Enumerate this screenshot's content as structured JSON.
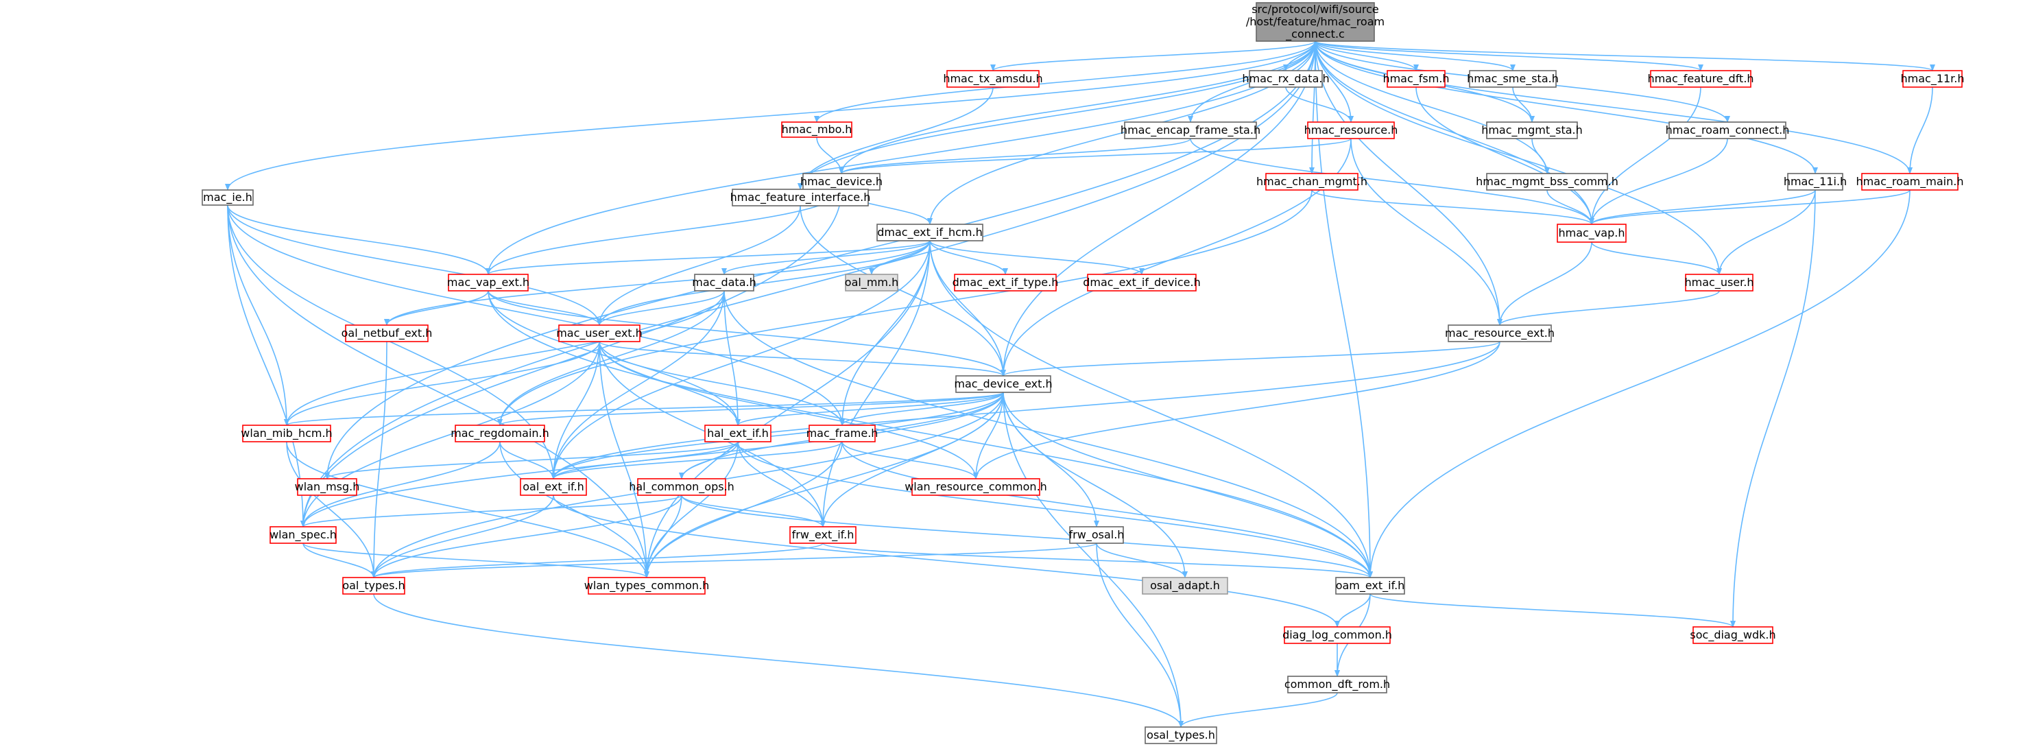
{
  "colors": {
    "edge": "#63b8ff",
    "text": "#000000",
    "root_fill": "#999999",
    "root_border": "#666666",
    "normal_fill": "#ffffff",
    "normal_border": "#666666",
    "red_fill": "#ffffff",
    "red_border": "#ff0000",
    "grey_fill": "#e0e0e0",
    "grey_border": "#999999"
  },
  "nodes": [
    {
      "id": "root",
      "lines": [
        "src/protocol/wifi/source",
        "/host/feature/hmac_roam",
        "_connect.c"
      ],
      "style": "root"
    },
    {
      "id": "mac_ie",
      "lines": [
        "mac_ie.h"
      ],
      "style": "normal"
    },
    {
      "id": "hmac_mbo",
      "lines": [
        "hmac_mbo.h"
      ],
      "style": "red"
    },
    {
      "id": "hmac_device",
      "lines": [
        "hmac_device.h"
      ],
      "style": "normal"
    },
    {
      "id": "hmac_tx_amsdu",
      "lines": [
        "hmac_tx_amsdu.h"
      ],
      "style": "red"
    },
    {
      "id": "hmac_encap",
      "lines": [
        "hmac_encap_frame_sta.h"
      ],
      "style": "normal"
    },
    {
      "id": "hmac_rx_data",
      "lines": [
        "hmac_rx_data.h"
      ],
      "style": "normal"
    },
    {
      "id": "hmac_resource",
      "lines": [
        "hmac_resource.h"
      ],
      "style": "red"
    },
    {
      "id": "hmac_chan_mgmt",
      "lines": [
        "hmac_chan_mgmt.h"
      ],
      "style": "red"
    },
    {
      "id": "hmac_fsm",
      "lines": [
        "hmac_fsm.h"
      ],
      "style": "red"
    },
    {
      "id": "hmac_sme_sta",
      "lines": [
        "hmac_sme_sta.h"
      ],
      "style": "normal"
    },
    {
      "id": "hmac_mgmt_sta",
      "lines": [
        "hmac_mgmt_sta.h"
      ],
      "style": "normal"
    },
    {
      "id": "hmac_mgmt_bss_comm",
      "lines": [
        "hmac_mgmt_bss_comm.h"
      ],
      "style": "normal"
    },
    {
      "id": "hmac_feature_dft",
      "lines": [
        "hmac_feature_dft.h"
      ],
      "style": "red"
    },
    {
      "id": "hmac_roam_connect",
      "lines": [
        "hmac_roam_connect.h"
      ],
      "style": "normal"
    },
    {
      "id": "hmac_11r",
      "lines": [
        "hmac_11r.h"
      ],
      "style": "red"
    },
    {
      "id": "hmac_11i",
      "lines": [
        "hmac_11i.h"
      ],
      "style": "normal"
    },
    {
      "id": "hmac_roam_main",
      "lines": [
        "hmac_roam_main.h"
      ],
      "style": "red"
    },
    {
      "id": "hmac_vap",
      "lines": [
        "hmac_vap.h"
      ],
      "style": "red"
    },
    {
      "id": "hmac_user",
      "lines": [
        "hmac_user.h"
      ],
      "style": "red"
    },
    {
      "id": "hmac_feature_interface",
      "lines": [
        "hmac_feature_interface.h"
      ],
      "style": "normal"
    },
    {
      "id": "dmac_ext_if_hcm",
      "lines": [
        "dmac_ext_if_hcm.h"
      ],
      "style": "normal"
    },
    {
      "id": "mac_vap_ext",
      "lines": [
        "mac_vap_ext.h"
      ],
      "style": "red"
    },
    {
      "id": "mac_data",
      "lines": [
        "mac_data.h"
      ],
      "style": "normal"
    },
    {
      "id": "oal_mm",
      "lines": [
        "oal_mm.h"
      ],
      "style": "grey"
    },
    {
      "id": "dmac_ext_if_type",
      "lines": [
        "dmac_ext_if_type.h"
      ],
      "style": "red"
    },
    {
      "id": "dmac_ext_if_device",
      "lines": [
        "dmac_ext_if_device.h"
      ],
      "style": "red"
    },
    {
      "id": "oal_netbuf_ext",
      "lines": [
        "oal_netbuf_ext.h"
      ],
      "style": "red"
    },
    {
      "id": "mac_user_ext",
      "lines": [
        "mac_user_ext.h"
      ],
      "style": "red"
    },
    {
      "id": "mac_resource_ext",
      "lines": [
        "mac_resource_ext.h"
      ],
      "style": "normal"
    },
    {
      "id": "mac_device_ext",
      "lines": [
        "mac_device_ext.h"
      ],
      "style": "normal"
    },
    {
      "id": "wlan_mib_hcm",
      "lines": [
        "wlan_mib_hcm.h"
      ],
      "style": "red"
    },
    {
      "id": "mac_regdomain",
      "lines": [
        "mac_regdomain.h"
      ],
      "style": "red"
    },
    {
      "id": "hal_ext_if",
      "lines": [
        "hal_ext_if.h"
      ],
      "style": "red"
    },
    {
      "id": "mac_frame",
      "lines": [
        "mac_frame.h"
      ],
      "style": "red"
    },
    {
      "id": "wlan_msg",
      "lines": [
        "wlan_msg.h"
      ],
      "style": "red"
    },
    {
      "id": "oal_ext_if",
      "lines": [
        "oal_ext_if.h"
      ],
      "style": "red"
    },
    {
      "id": "hal_common_ops",
      "lines": [
        "hal_common_ops.h"
      ],
      "style": "red"
    },
    {
      "id": "wlan_resource_common",
      "lines": [
        "wlan_resource_common.h"
      ],
      "style": "red"
    },
    {
      "id": "wlan_spec",
      "lines": [
        "wlan_spec.h"
      ],
      "style": "red"
    },
    {
      "id": "frw_ext_if",
      "lines": [
        "frw_ext_if.h"
      ],
      "style": "red"
    },
    {
      "id": "frw_osal",
      "lines": [
        "frw_osal.h"
      ],
      "style": "normal"
    },
    {
      "id": "oal_types",
      "lines": [
        "oal_types.h"
      ],
      "style": "red"
    },
    {
      "id": "wlan_types_common",
      "lines": [
        "wlan_types_common.h"
      ],
      "style": "red"
    },
    {
      "id": "osal_adapt",
      "lines": [
        "osal_adapt.h"
      ],
      "style": "grey"
    },
    {
      "id": "oam_ext_if",
      "lines": [
        "oam_ext_if.h"
      ],
      "style": "normal"
    },
    {
      "id": "diag_log_common",
      "lines": [
        "diag_log_common.h"
      ],
      "style": "red"
    },
    {
      "id": "soc_diag_wdk",
      "lines": [
        "soc_diag_wdk.h"
      ],
      "style": "red"
    },
    {
      "id": "common_dft_rom",
      "lines": [
        "common_dft_rom.h"
      ],
      "style": "normal"
    },
    {
      "id": "osal_types",
      "lines": [
        "osal_types.h"
      ],
      "style": "normal"
    }
  ],
  "edges": [
    [
      "root",
      "mac_ie"
    ],
    [
      "root",
      "hmac_mbo"
    ],
    [
      "root",
      "hmac_device"
    ],
    [
      "root",
      "hmac_tx_amsdu"
    ],
    [
      "root",
      "hmac_encap"
    ],
    [
      "root",
      "hmac_rx_data"
    ],
    [
      "root",
      "hmac_resource"
    ],
    [
      "root",
      "hmac_chan_mgmt"
    ],
    [
      "root",
      "hmac_fsm"
    ],
    [
      "root",
      "hmac_sme_sta"
    ],
    [
      "root",
      "hmac_mgmt_sta"
    ],
    [
      "root",
      "hmac_mgmt_bss_comm"
    ],
    [
      "root",
      "hmac_feature_dft"
    ],
    [
      "root",
      "hmac_roam_connect"
    ],
    [
      "root",
      "hmac_11r"
    ],
    [
      "root",
      "hmac_11i"
    ],
    [
      "root",
      "hmac_roam_main"
    ],
    [
      "root",
      "hmac_vap"
    ],
    [
      "root",
      "hmac_user"
    ],
    [
      "root",
      "hmac_feature_interface"
    ],
    [
      "root",
      "dmac_ext_if_hcm"
    ],
    [
      "root",
      "mac_resource_ext"
    ],
    [
      "root",
      "oam_ext_if"
    ],
    [
      "root",
      "mac_device_ext"
    ],
    [
      "root",
      "wlan_msg"
    ],
    [
      "root",
      "wlan_spec"
    ],
    [
      "root",
      "mac_vap_ext"
    ],
    [
      "hmac_mbo",
      "hmac_device"
    ],
    [
      "hmac_device",
      "dmac_ext_if_hcm"
    ],
    [
      "hmac_device",
      "mac_vap_ext"
    ],
    [
      "hmac_device",
      "wlan_spec"
    ],
    [
      "hmac_tx_amsdu",
      "hmac_feature_interface"
    ],
    [
      "hmac_encap",
      "hmac_device"
    ],
    [
      "hmac_encap",
      "hmac_vap"
    ],
    [
      "hmac_rx_data",
      "hmac_resource"
    ],
    [
      "hmac_resource",
      "hmac_device"
    ],
    [
      "hmac_resource",
      "mac_resource_ext"
    ],
    [
      "hmac_resource",
      "mac_device_ext"
    ],
    [
      "hmac_chan_mgmt",
      "hmac_vap"
    ],
    [
      "hmac_chan_mgmt",
      "mac_regdomain"
    ],
    [
      "hmac_fsm",
      "hmac_vap"
    ],
    [
      "hmac_sme_sta",
      "hmac_mgmt_sta"
    ],
    [
      "hmac_mgmt_sta",
      "hmac_mgmt_bss_comm"
    ],
    [
      "hmac_mgmt_bss_comm",
      "hmac_vap"
    ],
    [
      "hmac_feature_dft",
      "hmac_vap"
    ],
    [
      "hmac_roam_connect",
      "hmac_vap"
    ],
    [
      "hmac_11r",
      "hmac_roam_main"
    ],
    [
      "hmac_11i",
      "hmac_vap"
    ],
    [
      "hmac_11i",
      "hmac_user"
    ],
    [
      "hmac_11i",
      "soc_diag_wdk"
    ],
    [
      "hmac_roam_main",
      "hmac_vap"
    ],
    [
      "hmac_roam_main",
      "oam_ext_if"
    ],
    [
      "hmac_vap",
      "hmac_user"
    ],
    [
      "hmac_vap",
      "mac_resource_ext"
    ],
    [
      "hmac_user",
      "mac_resource_ext"
    ],
    [
      "hmac_feature_interface",
      "mac_user_ext"
    ],
    [
      "hmac_feature_interface",
      "mac_device_ext"
    ],
    [
      "dmac_ext_if_hcm",
      "mac_vap_ext"
    ],
    [
      "dmac_ext_if_hcm",
      "mac_data"
    ],
    [
      "dmac_ext_if_hcm",
      "oal_mm"
    ],
    [
      "dmac_ext_if_hcm",
      "dmac_ext_if_type"
    ],
    [
      "dmac_ext_if_hcm",
      "dmac_ext_if_device"
    ],
    [
      "dmac_ext_if_hcm",
      "oal_netbuf_ext"
    ],
    [
      "dmac_ext_if_hcm",
      "mac_user_ext"
    ],
    [
      "dmac_ext_if_hcm",
      "mac_device_ext"
    ],
    [
      "dmac_ext_if_hcm",
      "mac_frame"
    ],
    [
      "dmac_ext_if_hcm",
      "oam_ext_if"
    ],
    [
      "dmac_ext_if_hcm",
      "frw_ext_if"
    ],
    [
      "dmac_ext_if_hcm",
      "oal_ext_if"
    ],
    [
      "dmac_ext_if_hcm",
      "wlan_types_common"
    ],
    [
      "mac_ie",
      "mac_vap_ext"
    ],
    [
      "mac_ie",
      "mac_user_ext"
    ],
    [
      "mac_ie",
      "mac_frame"
    ],
    [
      "mac_ie",
      "wlan_mib_hcm"
    ],
    [
      "mac_ie",
      "oal_ext_if"
    ],
    [
      "mac_ie",
      "wlan_spec"
    ],
    [
      "mac_ie",
      "wlan_types_common"
    ],
    [
      "mac_vap_ext",
      "mac_user_ext"
    ],
    [
      "mac_vap_ext",
      "mac_device_ext"
    ],
    [
      "mac_vap_ext",
      "oal_netbuf_ext"
    ],
    [
      "mac_vap_ext",
      "hal_ext_if"
    ],
    [
      "mac_vap_ext",
      "oam_ext_if"
    ],
    [
      "mac_data",
      "mac_user_ext"
    ],
    [
      "mac_data",
      "mac_regdomain"
    ],
    [
      "mac_data",
      "hal_ext_if"
    ],
    [
      "mac_data",
      "oal_ext_if"
    ],
    [
      "mac_data",
      "wlan_mib_hcm"
    ],
    [
      "mac_data",
      "oam_ext_if"
    ],
    [
      "oal_netbuf_ext",
      "oal_types"
    ],
    [
      "mac_user_ext",
      "mac_device_ext"
    ],
    [
      "mac_user_ext",
      "wlan_mib_hcm"
    ],
    [
      "mac_user_ext",
      "hal_ext_if"
    ],
    [
      "mac_user_ext",
      "mac_frame"
    ],
    [
      "mac_user_ext",
      "oal_ext_if"
    ],
    [
      "mac_user_ext",
      "wlan_resource_common"
    ],
    [
      "mac_user_ext",
      "wlan_spec"
    ],
    [
      "mac_user_ext",
      "frw_ext_if"
    ],
    [
      "mac_user_ext",
      "wlan_types_common"
    ],
    [
      "mac_resource_ext",
      "mac_device_ext"
    ],
    [
      "mac_resource_ext",
      "wlan_resource_common"
    ],
    [
      "mac_resource_ext",
      "oal_ext_if"
    ],
    [
      "mac_device_ext",
      "wlan_mib_hcm"
    ],
    [
      "mac_device_ext",
      "mac_regdomain"
    ],
    [
      "mac_device_ext",
      "hal_ext_if"
    ],
    [
      "mac_device_ext",
      "mac_frame"
    ],
    [
      "mac_device_ext",
      "oal_ext_if"
    ],
    [
      "mac_device_ext",
      "hal_common_ops"
    ],
    [
      "mac_device_ext",
      "wlan_resource_common"
    ],
    [
      "mac_device_ext",
      "frw_ext_if"
    ],
    [
      "mac_device_ext",
      "frw_osal"
    ],
    [
      "mac_device_ext",
      "oam_ext_if"
    ],
    [
      "mac_device_ext",
      "osal_adapt"
    ],
    [
      "mac_device_ext",
      "wlan_types_common"
    ],
    [
      "mac_device_ext",
      "osal_types"
    ],
    [
      "mac_device_ext",
      "wlan_spec"
    ],
    [
      "mac_device_ext",
      "oal_types"
    ],
    [
      "wlan_mib_hcm",
      "oal_types"
    ],
    [
      "wlan_mib_hcm",
      "wlan_types_common"
    ],
    [
      "mac_regdomain",
      "oal_ext_if"
    ],
    [
      "mac_regdomain",
      "wlan_spec"
    ],
    [
      "mac_regdomain",
      "wlan_types_common"
    ],
    [
      "hal_ext_if",
      "oal_ext_if"
    ],
    [
      "hal_ext_if",
      "hal_common_ops"
    ],
    [
      "hal_ext_if",
      "frw_ext_if"
    ],
    [
      "hal_ext_if",
      "oam_ext_if"
    ],
    [
      "hal_ext_if",
      "wlan_types_common"
    ],
    [
      "hal_ext_if",
      "wlan_msg"
    ],
    [
      "mac_frame",
      "oal_ext_if"
    ],
    [
      "mac_frame",
      "wlan_resource_common"
    ],
    [
      "mac_frame",
      "oam_ext_if"
    ],
    [
      "mac_frame",
      "wlan_types_common"
    ],
    [
      "oal_ext_if",
      "oal_types"
    ],
    [
      "oal_ext_if",
      "diag_log_common"
    ],
    [
      "hal_common_ops",
      "wlan_spec"
    ],
    [
      "hal_common_ops",
      "frw_ext_if"
    ],
    [
      "hal_common_ops",
      "wlan_types_common"
    ],
    [
      "hal_common_ops",
      "oal_types"
    ],
    [
      "hal_common_ops",
      "oam_ext_if"
    ],
    [
      "wlan_spec",
      "oal_types"
    ],
    [
      "wlan_spec",
      "wlan_types_common"
    ],
    [
      "frw_ext_if",
      "oal_types"
    ],
    [
      "frw_ext_if",
      "oam_ext_if"
    ],
    [
      "frw_osal",
      "osal_adapt"
    ],
    [
      "frw_osal",
      "osal_types"
    ],
    [
      "frw_osal",
      "oal_types"
    ],
    [
      "oal_types",
      "osal_types"
    ],
    [
      "oam_ext_if",
      "diag_log_common"
    ],
    [
      "oam_ext_if",
      "soc_diag_wdk"
    ],
    [
      "oam_ext_if",
      "common_dft_rom"
    ],
    [
      "diag_log_common",
      "common_dft_rom"
    ],
    [
      "common_dft_rom",
      "osal_types"
    ]
  ]
}
